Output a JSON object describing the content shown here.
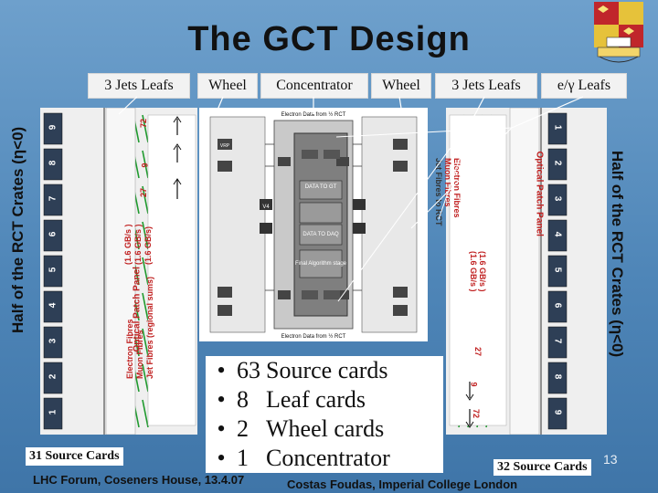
{
  "slide": {
    "title": "The GCT Design",
    "headers": [
      "3 Jets Leafs",
      "Wheel",
      "Concentrator",
      "Wheel",
      "3 Jets Leafs",
      "e/γ Leafs"
    ],
    "left_crate_label": "Half of the RCT Crates  (η<0)",
    "right_crate_label": "Half of the RCT Crates  (η<0)",
    "left_optical_label": "Optical Patch Panel",
    "right_optical_label": "Optical Patch Panel",
    "left_fibre_labels": [
      "Electron Fibres",
      "Muon Fibres",
      "Jet Fibres (regional sums)"
    ],
    "left_rate_labels": [
      "(1.6 GB/s )",
      "(1.6 GB/s )",
      "(1.6 GB/s)"
    ],
    "right_fibre_labels": [
      "Electron Fibres",
      "Muon Fibres",
      "Jet Fibres to RCT"
    ],
    "right_rate_labels": [
      "(1.6 GB/s )",
      "(1.6 GB/s )"
    ],
    "left_crate_numbers": [
      "9",
      "8",
      "7",
      "6",
      "5",
      "4",
      "3",
      "2",
      "1"
    ],
    "right_crate_numbers": [
      "1",
      "2",
      "3",
      "4",
      "5",
      "6",
      "7",
      "8",
      "9"
    ],
    "left_fibre_counts": [
      "72",
      "9",
      "27"
    ],
    "right_fibre_counts": [
      "27",
      "9",
      "72"
    ],
    "diagram": {
      "top_text": "Electron Data from ½ RCT",
      "bottom_text": "Electron Data from ½ RCT",
      "vrtx_label": "VRP",
      "v4_label": "V4",
      "box_data_gt": "DATA TO GT",
      "box_data_daq": "DATA TO DAQ",
      "box_final": "Final Algorithm stage"
    },
    "bullets": [
      {
        "num": "63",
        "text": "Source cards"
      },
      {
        "num": "8",
        "text": "Leaf cards"
      },
      {
        "num": "2",
        "text": "Wheel cards"
      },
      {
        "num": "1",
        "text": "Concentrator"
      }
    ],
    "left_source_note": "31 Source Cards",
    "right_source_note": "32 Source Cards",
    "footer_left": "LHC Forum, Coseners House, 13.4.07",
    "footer_right": "Costas Foudas, Imperial College London",
    "page_number": "13"
  }
}
